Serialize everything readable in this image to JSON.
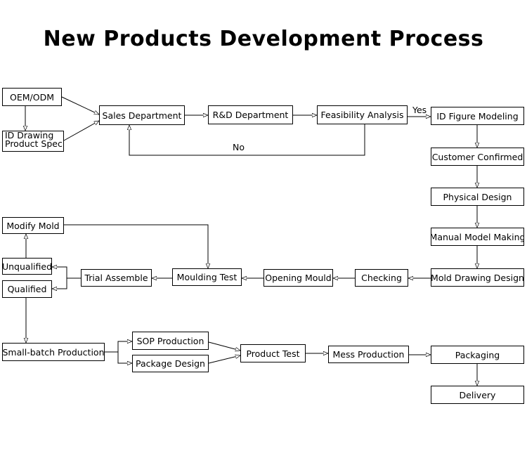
{
  "title": "New Products Development Process",
  "nodes": {
    "oem_odm": "OEM/ODM",
    "id_drawing": [
      "ID Drawing",
      "Product Spec."
    ],
    "sales_department": "Sales Department",
    "rd_department": "R&D Department",
    "feasibility_analysis": "Feasibility Analysis",
    "id_figure_modeling": "ID Figure Modeling",
    "customer_confirmed": "Customer Confirmed",
    "physical_design": "Physical Design",
    "manual_model_making": "Manual Model Making",
    "mold_drawing_design": "Mold Drawing Design",
    "checking": "Checking",
    "opening_mould": "Opening Mould",
    "moulding_test": "Moulding Test",
    "trial_assemble": "Trial Assemble",
    "unqualified": "Unqualified",
    "qualified": "Qualified",
    "modify_mold": "Modify Mold",
    "small_batch_production": "Small-batch Production",
    "sop_production": "SOP Production",
    "package_design": "Package Design",
    "product_test": "Product Test",
    "mess_production": "Mess Production",
    "packaging": "Packaging",
    "delivery": "Delivery"
  },
  "edge_labels": {
    "yes": "Yes",
    "no": "No"
  }
}
